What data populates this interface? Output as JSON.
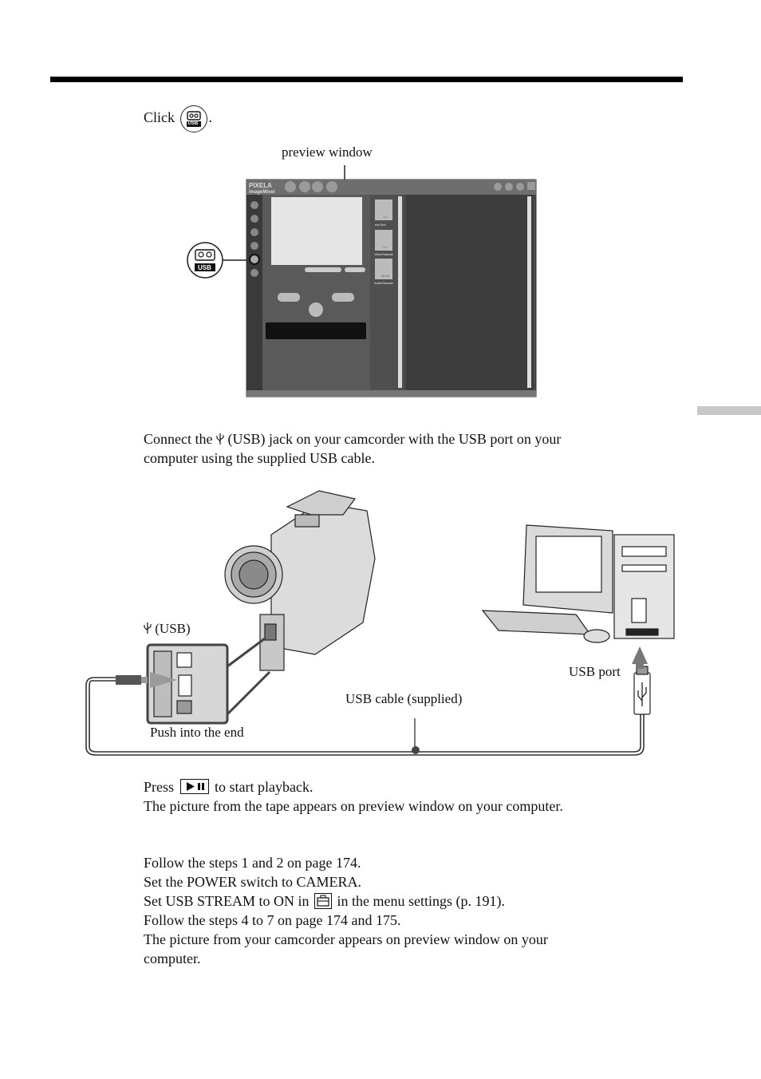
{
  "step1": {
    "click": "Click",
    "period": "."
  },
  "figure1": {
    "preview_label": "preview window",
    "app_logo_line1": "PIXELA",
    "app_logo_line2": "ImageMixer",
    "usb_badge": "USB",
    "clips": [
      {
        "caption": "est.Red",
        "tag": "1:1"
      },
      {
        "caption": "VideoSample",
        "tag": "1:1"
      },
      {
        "caption": "AudioSample",
        "tag": "16:16"
      }
    ]
  },
  "step2": {
    "line1_pre": "Connect the",
    "line1_post": "(USB) jack on your camcorder with the USB port on your",
    "line2": "computer using the supplied USB cable."
  },
  "figure2": {
    "usb_jack_label": "(USB)",
    "usb_port_label": "USB port",
    "cable_label": "USB cable (supplied)",
    "push_label": "Push into the end"
  },
  "step3": {
    "press": "Press",
    "after_button": "to start playback.",
    "line2": "The picture from the tape appears on preview window on your computer."
  },
  "camera_steps": {
    "s1": "Follow the steps 1 and 2 on page 174.",
    "s2": "Set the POWER switch to CAMERA.",
    "s3_pre": "Set USB STREAM to ON in",
    "s3_post": "in the menu settings (p. 191).",
    "s4": "Follow the steps 4 to 7 on page 174 and 175.",
    "s5": "The picture from your camcorder appears on preview window on your",
    "s6": "computer."
  }
}
